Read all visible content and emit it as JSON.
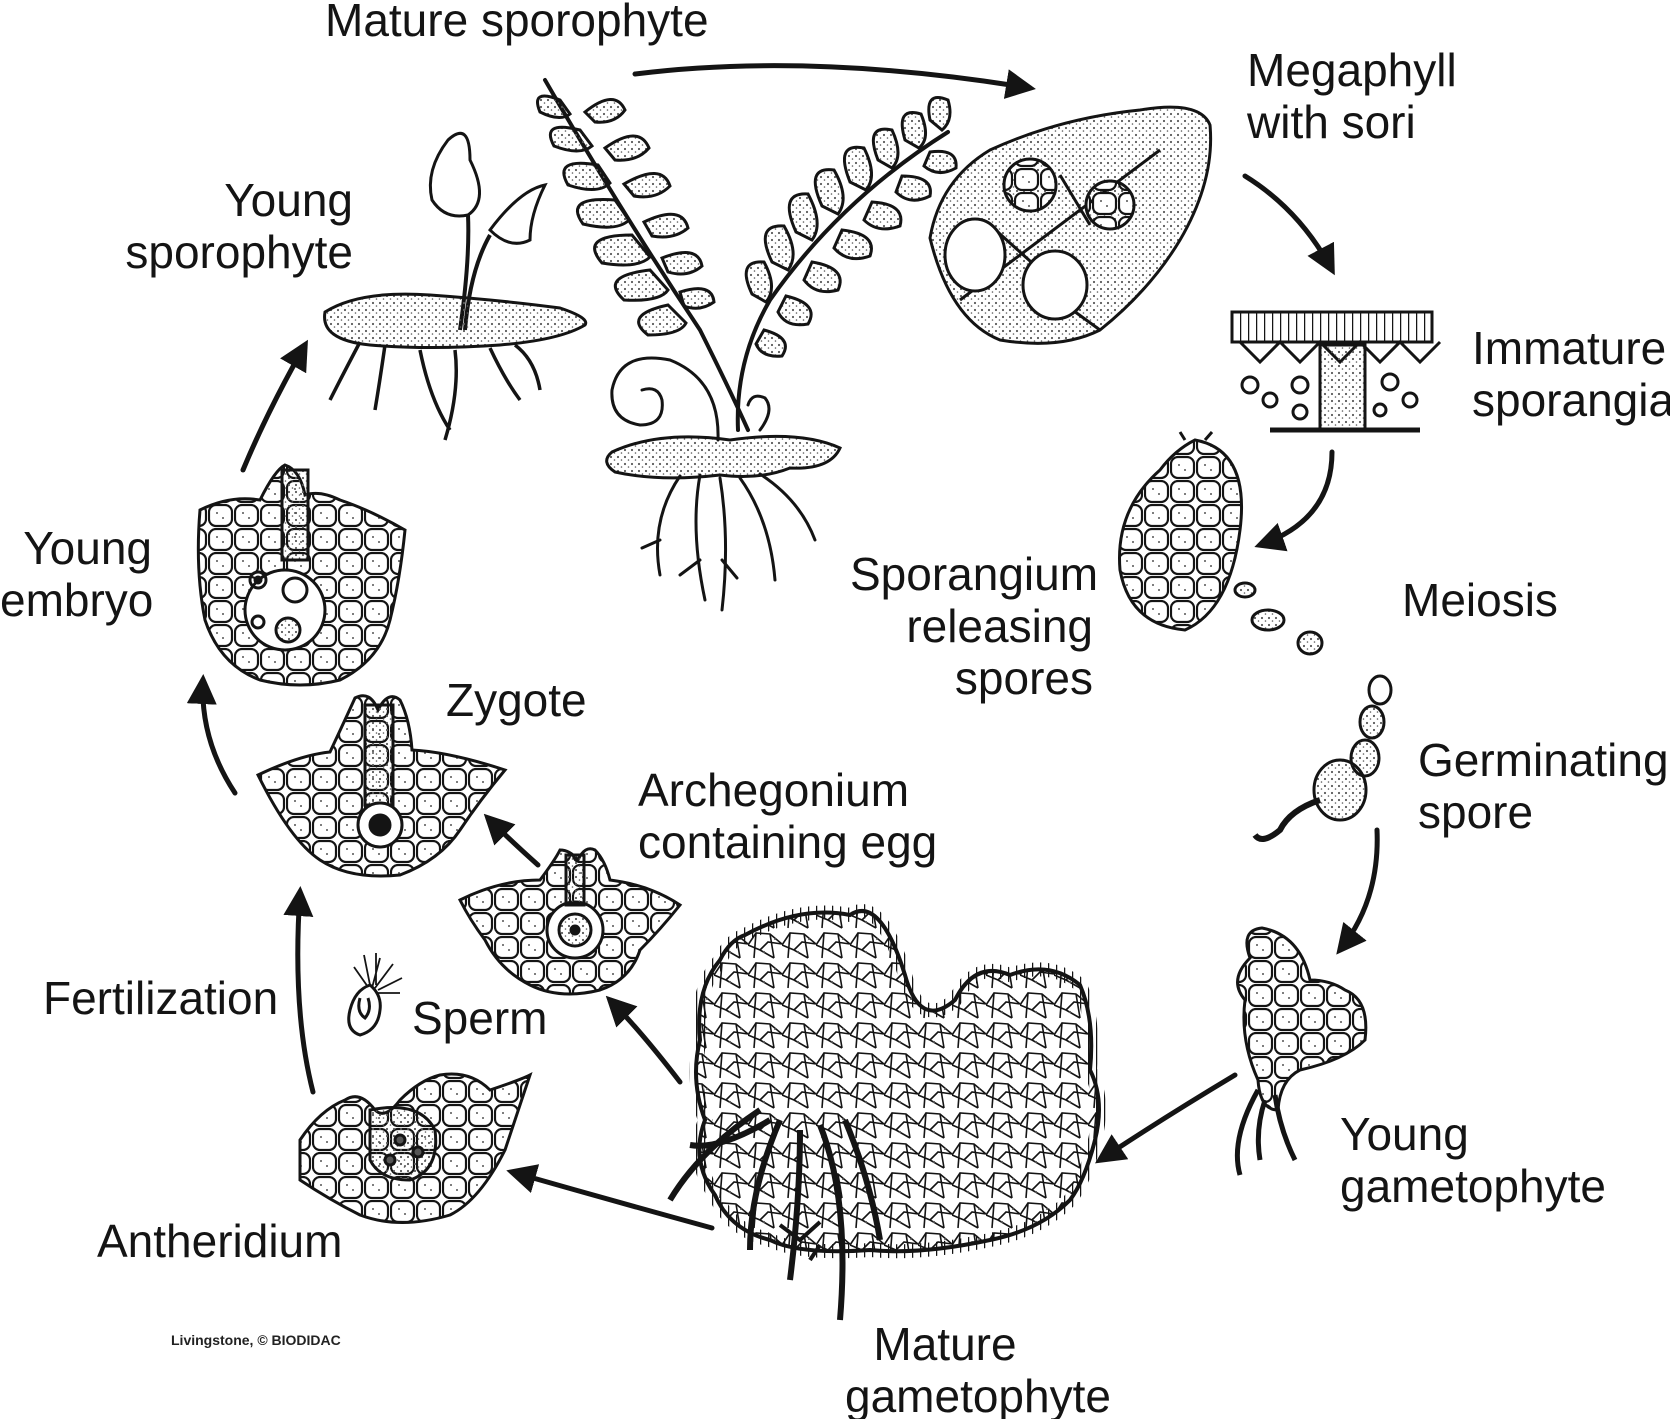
{
  "diagram": {
    "labels": {
      "mature_sporophyte": "Mature sporophyte",
      "megaphyll": [
        "Megaphyll",
        "with sori"
      ],
      "immature_sporangia": [
        "Immature",
        "sporangia"
      ],
      "sporangium_releasing": [
        "Sporangium",
        "releasing",
        "spores"
      ],
      "meiosis": "Meiosis",
      "germinating_spore": [
        "Germinating",
        "spore"
      ],
      "young_gametophyte": [
        "Young",
        "gametophyte"
      ],
      "mature_gametophyte": [
        "Mature",
        "gametophyte"
      ],
      "antheridium": "Antheridium",
      "sperm": "Sperm",
      "fertilization": "Fertilization",
      "archegonium": [
        "Archegonium",
        "containing egg"
      ],
      "zygote": "Zygote",
      "young_embryo": [
        "Young",
        "embryo"
      ],
      "young_sporophyte": [
        "Young",
        "sporophyte"
      ]
    },
    "credit": "Livingstone, © BIODIDAC",
    "colors": {
      "ink": "#141414",
      "stipple": "#5a5a5a",
      "background": "#ffffff"
    }
  }
}
